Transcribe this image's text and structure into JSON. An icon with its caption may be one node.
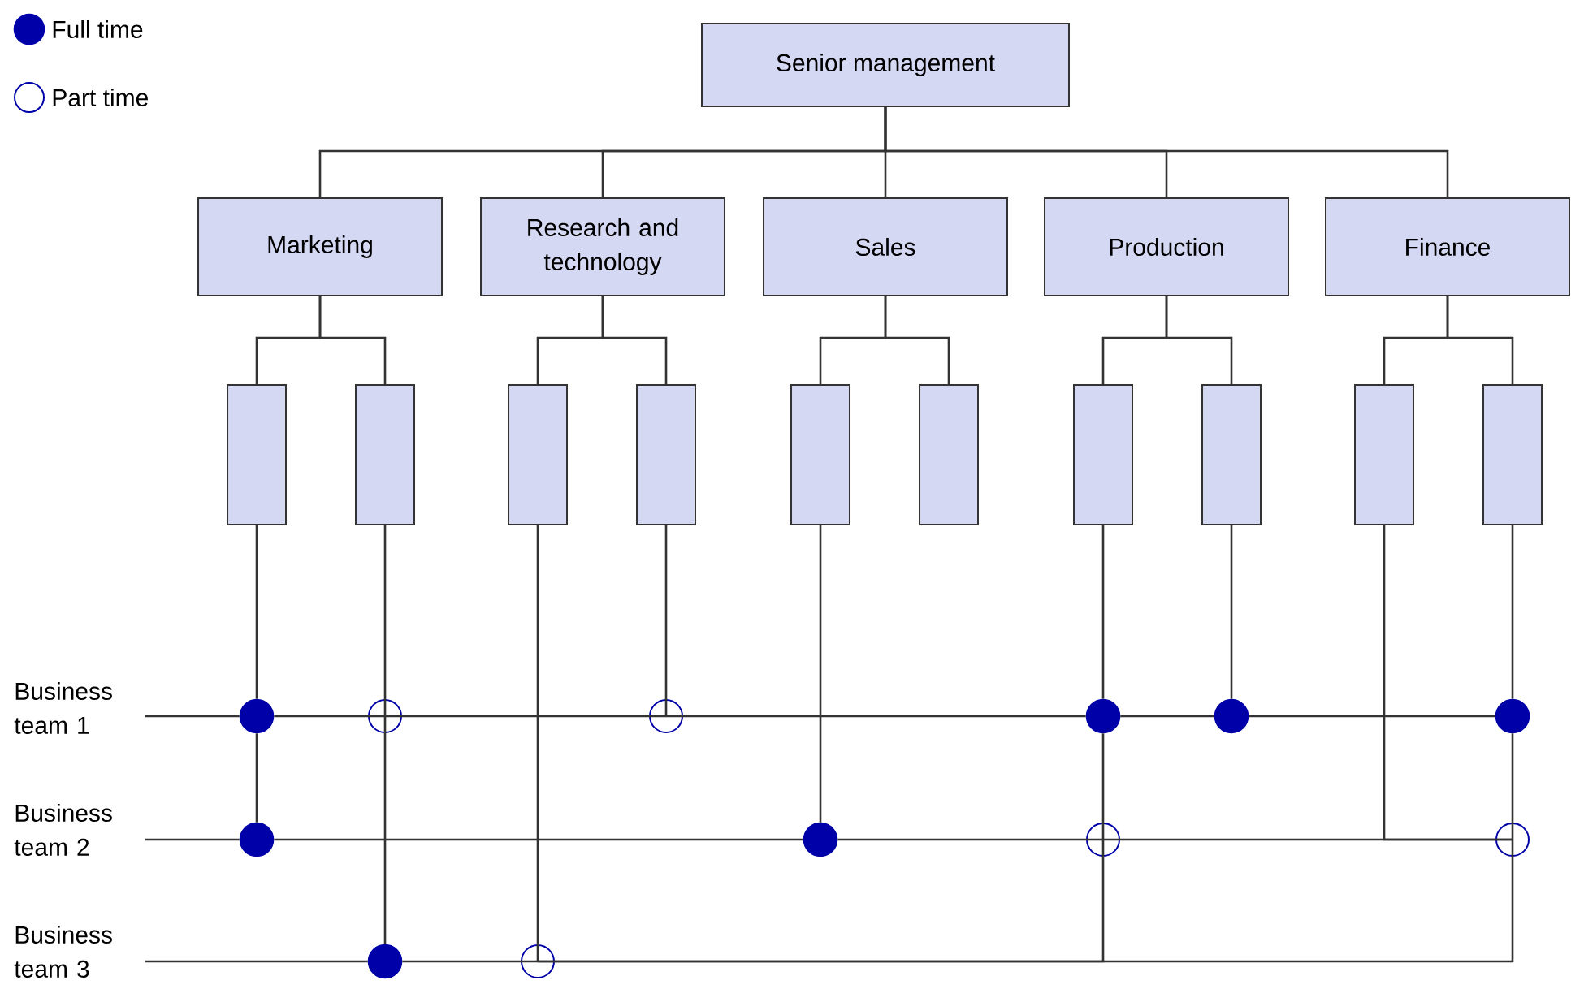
{
  "diagram": {
    "nodes": [
      {
        "text": [
          "Senior management"
        ]
      },
      {
        "text": [
          "Marketing"
        ]
      },
      {
        "text": [
          "Research and technology"
        ]
      },
      {
        "text": [
          "Sales"
        ]
      },
      {
        "text": [
          "Production"
        ]
      },
      {
        "text": [
          "Finance"
        ]
      },
      {
        "text": [],
        "shape": "box"
      },
      {
        "text": [],
        "shape": "box"
      },
      {
        "text": [],
        "shape": "box"
      },
      {
        "text": [],
        "shape": "box"
      },
      {
        "text": [],
        "shape": "box"
      },
      {
        "text": [],
        "shape": "box"
      },
      {
        "text": [],
        "shape": "box"
      },
      {
        "text": [],
        "shape": "box"
      },
      {
        "text": [],
        "shape": "box"
      },
      {
        "text": [],
        "shape": "box"
      },
      {
        "text": [
          "Business team 1"
        ]
      },
      {
        "text": [
          "Business team 2"
        ]
      },
      {
        "text": [
          "Business team 3"
        ]
      },
      {
        "text": [],
        "shape": "dot"
      },
      {
        "text": [],
        "shape": "circle"
      },
      {
        "text": [],
        "shape": "circle"
      },
      {
        "text": [],
        "shape": "dot"
      },
      {
        "text": [],
        "shape": "dot"
      },
      {
        "text": [],
        "shape": "dot"
      },
      {
        "text": [],
        "shape": "dot"
      },
      {
        "text": [],
        "shape": "dot"
      },
      {
        "text": [],
        "shape": "circle"
      },
      {
        "text": [],
        "shape": "circle"
      },
      {
        "text": [],
        "shape": "dot"
      },
      {
        "text": [],
        "shape": "circle"
      }
    ],
    "edges": [
      {
        "from": 0,
        "to": 1,
        "arrow": "none"
      },
      {
        "from": 0,
        "to": 2,
        "arrow": "none"
      },
      {
        "from": 0,
        "to": 3,
        "arrow": "none"
      },
      {
        "from": 0,
        "to": 4,
        "arrow": "none"
      },
      {
        "from": 0,
        "to": 5,
        "arrow": "none"
      },
      {
        "from": 1,
        "to": 6,
        "arrow": "none"
      },
      {
        "from": 1,
        "to": 7,
        "arrow": "none"
      },
      {
        "from": 2,
        "to": 8,
        "arrow": "none"
      },
      {
        "from": 2,
        "to": 9,
        "arrow": "none"
      },
      {
        "from": 3,
        "to": 10,
        "arrow": "none"
      },
      {
        "from": 3,
        "to": 11,
        "arrow": "none"
      },
      {
        "from": 4,
        "to": 12,
        "arrow": "none"
      },
      {
        "from": 4,
        "to": 13,
        "arrow": "none"
      },
      {
        "from": 5,
        "to": 14,
        "arrow": "none"
      },
      {
        "from": 5,
        "to": 15,
        "arrow": "none"
      },
      {
        "from": 16,
        "to": 19,
        "arrow": "none"
      },
      {
        "from": 19,
        "to": 20,
        "arrow": "none"
      },
      {
        "from": 20,
        "to": 21,
        "arrow": "none"
      },
      {
        "from": 21,
        "to": 22,
        "arrow": "none"
      },
      {
        "from": 22,
        "to": 23,
        "arrow": "none"
      },
      {
        "from": 23,
        "to": 24,
        "arrow": "none"
      },
      {
        "from": 17,
        "to": 25,
        "arrow": "none"
      },
      {
        "from": 25,
        "to": 26,
        "arrow": "none"
      },
      {
        "from": 26,
        "to": 27,
        "arrow": "none"
      },
      {
        "from": 27,
        "to": 28,
        "arrow": "none"
      },
      {
        "from": 18,
        "to": 29,
        "arrow": "none"
      },
      {
        "from": 29,
        "to": 30,
        "arrow": "none"
      },
      {
        "from": 30,
        "to": 27,
        "arrow": "none"
      },
      {
        "from": 30,
        "to": 28,
        "arrow": "none"
      },
      {
        "from": 6,
        "to": 19,
        "arrow": "none"
      },
      {
        "from": 19,
        "to": 25,
        "arrow": "none"
      },
      {
        "from": 7,
        "to": 20,
        "arrow": "none"
      },
      {
        "from": 20,
        "to": 29,
        "arrow": "none"
      },
      {
        "from": 8,
        "to": 30,
        "arrow": "none"
      },
      {
        "from": 9,
        "to": 21,
        "arrow": "none"
      },
      {
        "from": 10,
        "to": 26,
        "arrow": "none"
      },
      {
        "from": 12,
        "to": 22,
        "arrow": "none"
      },
      {
        "from": 22,
        "to": 27,
        "arrow": "none"
      },
      {
        "from": 13,
        "to": 23,
        "arrow": "none"
      },
      {
        "from": 14,
        "to": 28,
        "arrow": "none"
      },
      {
        "from": 15,
        "to": 24,
        "arrow": "none"
      },
      {
        "from": 24,
        "to": 28,
        "arrow": "none"
      }
    ],
    "legend": [
      {
        "text": "Full time"
      },
      {
        "text": "Part time"
      }
    ]
  }
}
